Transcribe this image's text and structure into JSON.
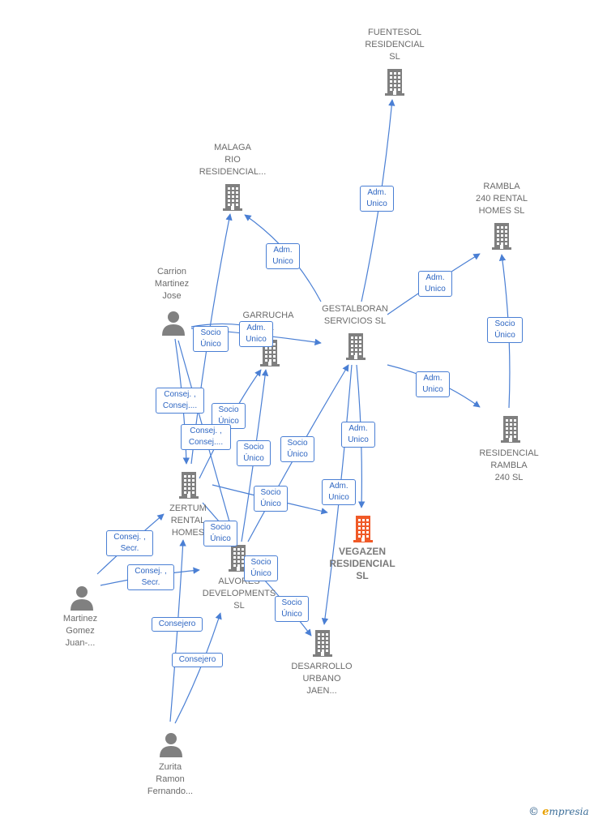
{
  "nodes": [
    {
      "id": "fuentesol",
      "label": "FUENTESOL\nRESIDENCIAL\nSL",
      "type": "company"
    },
    {
      "id": "malaga",
      "label": "MALAGA\nRIO\nRESIDENCIAL...",
      "type": "company"
    },
    {
      "id": "rambla240rental",
      "label": "RAMBLA\n240 RENTAL\nHOMES  SL",
      "type": "company"
    },
    {
      "id": "carrion",
      "label": "Carrion\nMartinez\nJose",
      "type": "person"
    },
    {
      "id": "garrucha",
      "label": "GARRUCHA\nSL",
      "type": "company"
    },
    {
      "id": "gestalboran",
      "label": "GESTALBORAN\nSERVICIOS  SL",
      "type": "company"
    },
    {
      "id": "residencialrambla",
      "label": "RESIDENCIAL\nRAMBLA\n240  SL",
      "type": "company"
    },
    {
      "id": "zertum",
      "label": "ZERTUM\nRENTAL\nHOMES",
      "type": "company"
    },
    {
      "id": "vegazen",
      "label": "VEGAZEN\nRESIDENCIAL\nSL",
      "type": "company",
      "highlight": true
    },
    {
      "id": "alvores",
      "label": "ALVORES\nDEVELOPMENTS\nSL",
      "type": "company"
    },
    {
      "id": "martinez",
      "label": "Martinez\nGomez\nJuan-...",
      "type": "person"
    },
    {
      "id": "desarrollo",
      "label": "DESARROLLO\nURBANO\nJAEN...",
      "type": "company"
    },
    {
      "id": "zurita",
      "label": "Zurita\nRamon\nFernando...",
      "type": "person"
    }
  ],
  "edge_labels": [
    {
      "id": "e1",
      "text": "Adm.\nUnico"
    },
    {
      "id": "e2",
      "text": "Adm.\nUnico"
    },
    {
      "id": "e3",
      "text": "Adm.\nUnico"
    },
    {
      "id": "e4",
      "text": "Socio\nÚnico"
    },
    {
      "id": "e5",
      "text": "Adm.\nUnico"
    },
    {
      "id": "e6",
      "text": "Socio\nÚnico"
    },
    {
      "id": "e7",
      "text": "Adm.\nUnico"
    },
    {
      "id": "e8",
      "text": "Consej. ,\nConsej...."
    },
    {
      "id": "e9",
      "text": "Socio\nÚnico"
    },
    {
      "id": "e10",
      "text": "Consej. ,\nConsej...."
    },
    {
      "id": "e11",
      "text": "Adm.\nUnico"
    },
    {
      "id": "e12",
      "text": "Socio\nÚnico"
    },
    {
      "id": "e13",
      "text": "Socio\nÚnico"
    },
    {
      "id": "e14",
      "text": "Adm.\nUnico"
    },
    {
      "id": "e15",
      "text": "Socio\nÚnico"
    },
    {
      "id": "e16",
      "text": "Consej. ,\nSecr."
    },
    {
      "id": "e17",
      "text": "Socio\nÚnico"
    },
    {
      "id": "e18",
      "text": "Consej. ,\nSecr."
    },
    {
      "id": "e19",
      "text": "Socio\nÚnico"
    },
    {
      "id": "e20",
      "text": "Socio\nÚnico"
    },
    {
      "id": "e21",
      "text": "Consejero"
    },
    {
      "id": "e22",
      "text": "Consejero"
    }
  ],
  "colors": {
    "edge": "#4a7fd4",
    "company": "#7f7f7f",
    "highlight": "#f05a28",
    "person": "#808080"
  },
  "brand": {
    "symbol": "©",
    "initial": "e",
    "rest": "mpresia"
  }
}
